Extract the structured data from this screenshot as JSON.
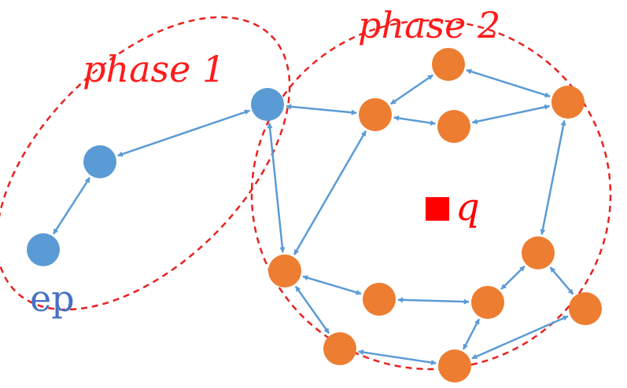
{
  "labels": {
    "phase1": "phase 1",
    "phase2": "phase 2",
    "entry_point": "ep",
    "query": "q"
  },
  "colors": {
    "phase_outline": "#e8231f",
    "blue_node": "#5b9bd5",
    "orange_node": "#ed7d31",
    "edge": "#5b9bd5",
    "query_marker": "#ff0000",
    "ep_label": "#4472c4"
  },
  "graph": {
    "phase1_nodes": [
      "ep",
      "b1",
      "hub"
    ],
    "phase2_nodes": [
      "o1",
      "o2",
      "o3",
      "o4",
      "o5",
      "o6",
      "o7",
      "o8",
      "o9",
      "o10",
      "o11",
      "o12"
    ],
    "edges": [
      [
        "ep",
        "b1"
      ],
      [
        "b1",
        "hub"
      ],
      [
        "hub",
        "o2"
      ],
      [
        "hub",
        "o6"
      ],
      [
        "o2",
        "o1"
      ],
      [
        "o1",
        "o3"
      ],
      [
        "o2",
        "o4"
      ],
      [
        "o4",
        "o3"
      ],
      [
        "o3",
        "o8"
      ],
      [
        "o2",
        "o6"
      ],
      [
        "o6",
        "o7"
      ],
      [
        "o7",
        "o9"
      ],
      [
        "o9",
        "o8"
      ],
      [
        "o6",
        "o10"
      ],
      [
        "o10",
        "o11"
      ],
      [
        "o11",
        "o9"
      ],
      [
        "o11",
        "o12"
      ],
      [
        "o8",
        "o12"
      ]
    ]
  }
}
